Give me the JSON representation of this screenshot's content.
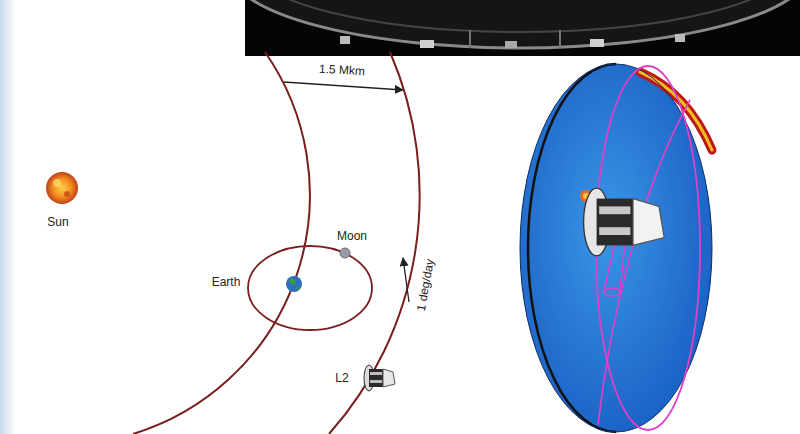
{
  "diagram": {
    "labels": [
      "Sun",
      "1.5 Mkm",
      "Moon",
      "Earth",
      "L2",
      "1 deg/day"
    ]
  }
}
